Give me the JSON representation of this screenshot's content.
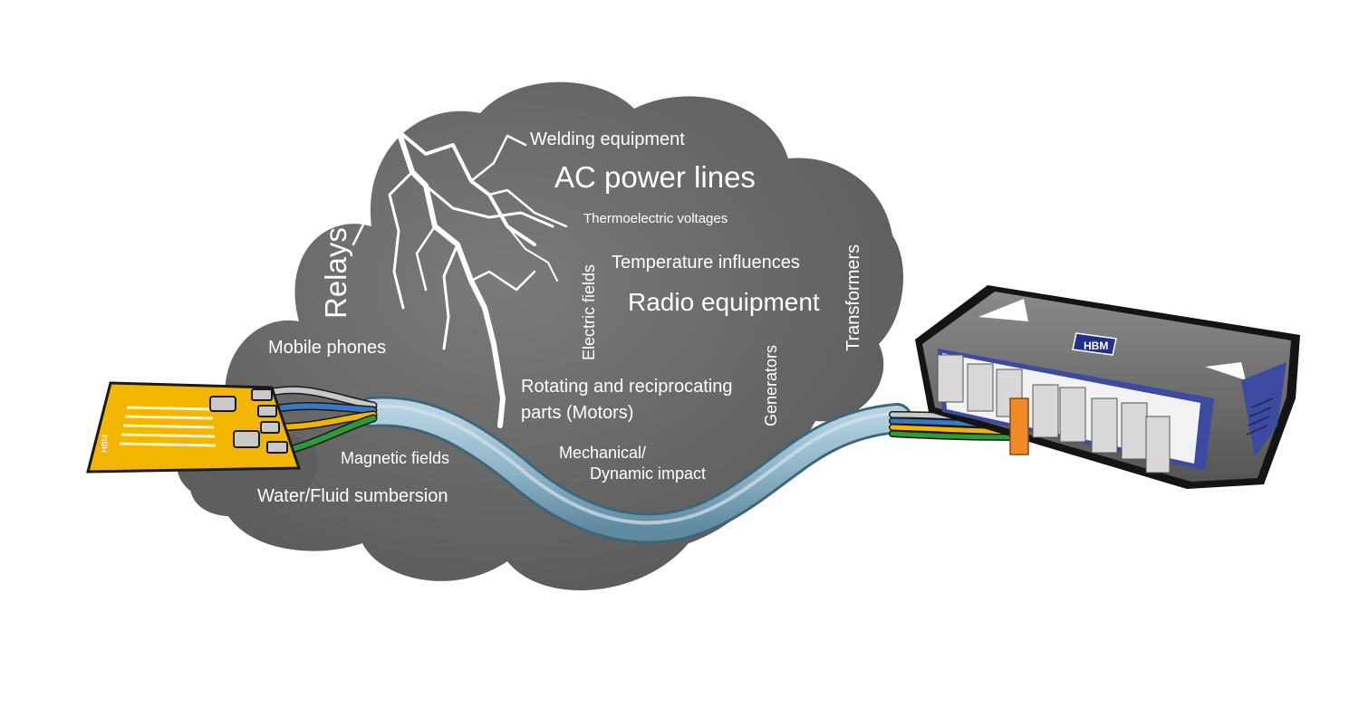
{
  "diagram": {
    "noise_sources": [
      {
        "id": "welding",
        "text": "Welding equipment"
      },
      {
        "id": "ac-power",
        "text": "AC power lines"
      },
      {
        "id": "thermo",
        "text": "Thermoelectric voltages"
      },
      {
        "id": "relays",
        "text": "Relays"
      },
      {
        "id": "electric-fields",
        "text": "Electric fields"
      },
      {
        "id": "temperature",
        "text": "Temperature influences"
      },
      {
        "id": "radio",
        "text": "Radio equipment"
      },
      {
        "id": "transformers",
        "text": "Transformers"
      },
      {
        "id": "mobile",
        "text": "Mobile phones"
      },
      {
        "id": "generators",
        "text": "Generators"
      },
      {
        "id": "rotating-1",
        "text": "Rotating and reciprocating"
      },
      {
        "id": "rotating-2",
        "text": "parts (Motors)"
      },
      {
        "id": "magnetic",
        "text": "Magnetic fields"
      },
      {
        "id": "mechanical-1",
        "text": "Mechanical/"
      },
      {
        "id": "mechanical-2",
        "text": "Dynamic impact"
      },
      {
        "id": "water",
        "text": "Water/Fluid sumbersion"
      }
    ],
    "device_logo": "HBM",
    "gauge_mark": "HBM",
    "colors": {
      "cloud": "#6e6e6e",
      "cloud_dark": "#555555",
      "cable": "#8fb4c8",
      "gauge": "#f2b600",
      "device_body": "#6c6c6c",
      "device_accent": "#3c4aa0",
      "wire_blue": "#3a78c2",
      "wire_yellow": "#f2b600",
      "wire_green": "#2e9a3a",
      "wire_grey": "#c8c8c8"
    }
  }
}
